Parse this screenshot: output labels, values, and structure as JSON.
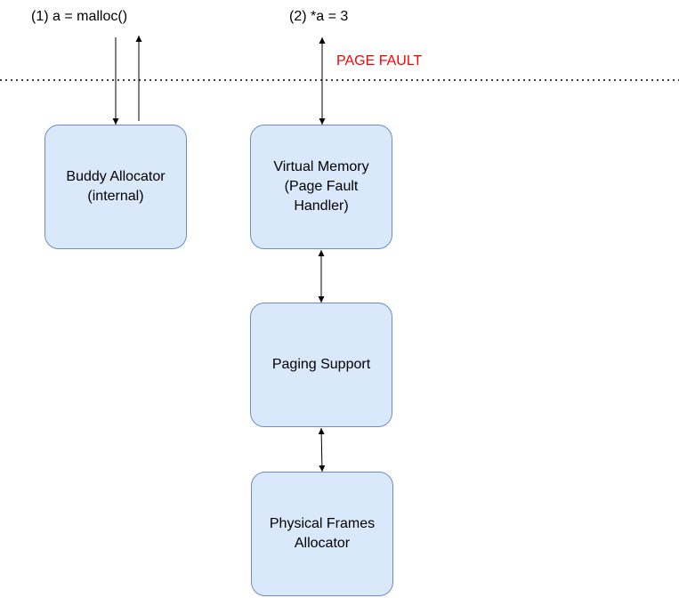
{
  "colors": {
    "box_fill": "#dae8fc",
    "box_border": "#6c8ebf",
    "fault_text": "#ff0000",
    "lines": "#000000"
  },
  "annotations": {
    "malloc_call": "(1) a =  malloc()",
    "write_access": "(2) *a = 3",
    "page_fault": "PAGE FAULT"
  },
  "boxes": {
    "buddy": "Buddy Allocator\n(internal)",
    "virtual_memory": "Virtual Memory\n(Page Fault\nHandler)",
    "paging": "Paging Support",
    "frames": "Physical Frames\nAllocator"
  }
}
